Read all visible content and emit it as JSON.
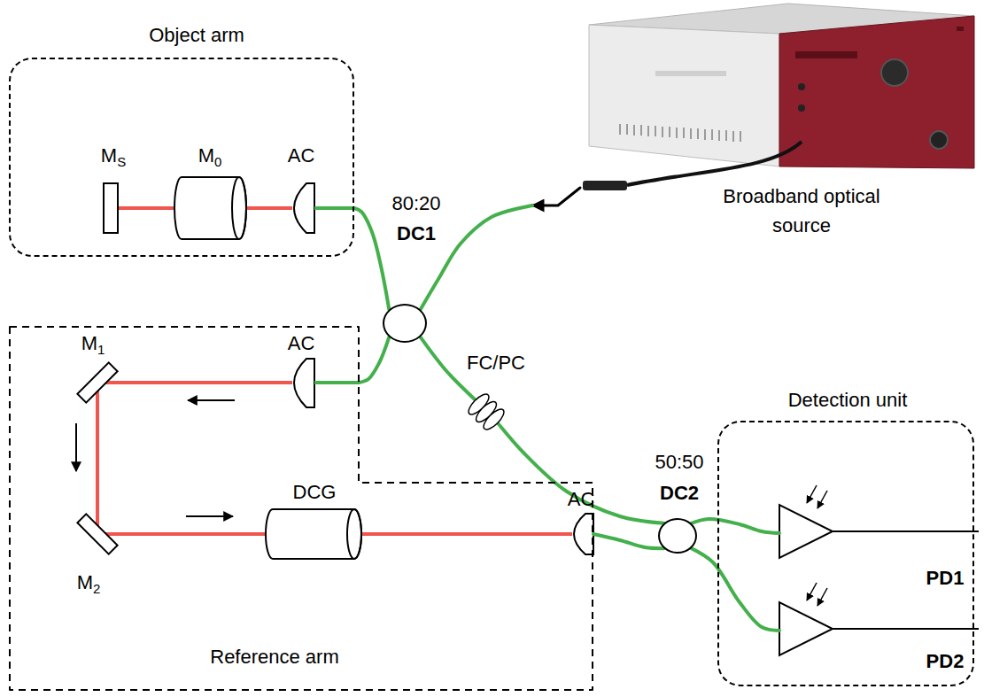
{
  "diagram": {
    "nodes": [
      {
        "text": [
          "Object arm"
        ]
      },
      {
        "text": [
          "Broadband optical source"
        ]
      },
      {
        "text": [
          "80:20",
          "DC1"
        ]
      },
      {
        "text": [
          "Reference arm"
        ]
      },
      {
        "text": [
          "50:50",
          "DC2"
        ]
      },
      {
        "text": [
          "Detection unit"
        ]
      },
      {
        "text": [
          "PD1"
        ],
        "in": 5
      },
      {
        "text": [
          "PD2"
        ],
        "in": 5
      }
    ],
    "edges": [
      {
        "from": 1,
        "to": 2,
        "arrow": "to"
      },
      {
        "from": 2,
        "to": 0,
        "arrow": "none"
      },
      {
        "from": 2,
        "to": 3,
        "arrow": "none"
      },
      {
        "from": 2,
        "to": 4,
        "label": "FC/PC",
        "arrow": "none"
      },
      {
        "from": 3,
        "to": 4,
        "arrow": "none"
      },
      {
        "from": 4,
        "to": 6,
        "arrow": "none"
      },
      {
        "from": 4,
        "to": 7,
        "arrow": "none"
      }
    ],
    "labels": [
      "MS",
      "M0",
      "AC",
      "M1",
      "AC",
      "M2",
      "DCG",
      "AC"
    ]
  }
}
